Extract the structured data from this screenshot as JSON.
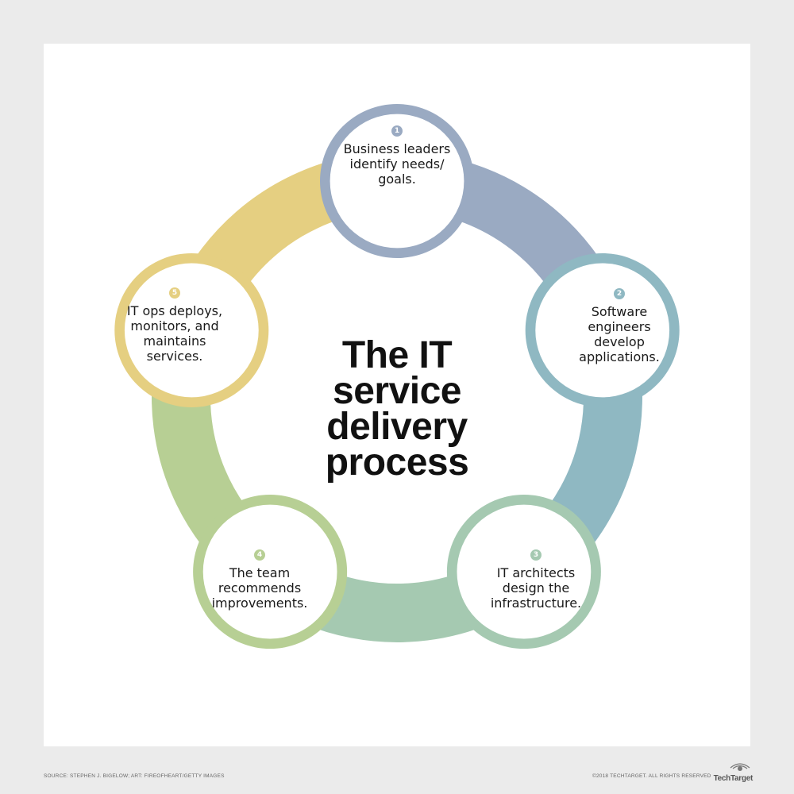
{
  "title": "The IT service delivery process",
  "colors": {
    "step1": "#9aaac2",
    "step2": "#8fb8c2",
    "step3": "#a5c9b1",
    "step4": "#b7cf94",
    "step5": "#e5cf81"
  },
  "steps": [
    {
      "number": "1",
      "text": "Business leaders identify needs/ goals."
    },
    {
      "number": "2",
      "text": "Software engineers develop applications."
    },
    {
      "number": "3",
      "text": "IT architects design the infrastructure."
    },
    {
      "number": "4",
      "text": "The team recommends improvements."
    },
    {
      "number": "5",
      "text": "IT ops deploys, monitors, and maintains services."
    }
  ],
  "footer": {
    "source": "SOURCE: STEPHEN J. BIGELOW; ART: FIREOFHEART/GETTY IMAGES",
    "copyright": "©2018 TECHTARGET. ALL RIGHTS RESERVED",
    "logo": "TechTarget"
  }
}
